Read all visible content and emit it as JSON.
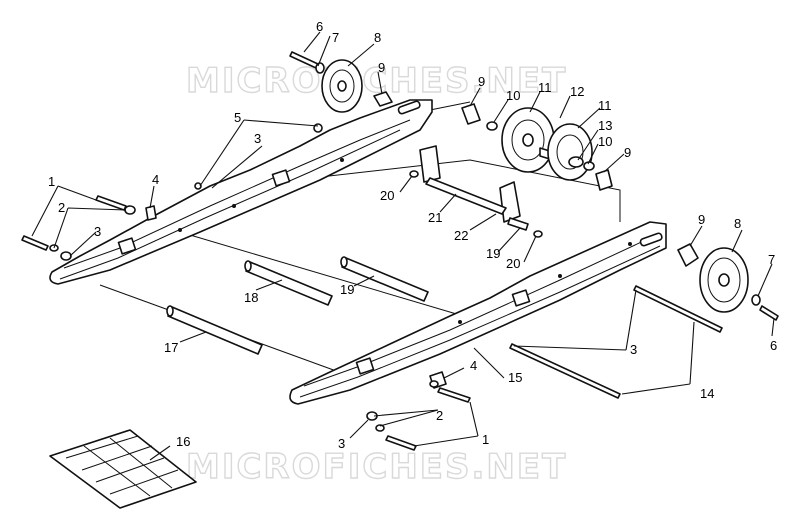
{
  "watermark": {
    "top": "MICROFICHES.NET",
    "bottom": "MICROFICHES.NET"
  },
  "callouts": [
    {
      "id": "c6a",
      "text": "6"
    },
    {
      "id": "c7a",
      "text": "7"
    },
    {
      "id": "c8a",
      "text": "8"
    },
    {
      "id": "c9a",
      "text": "9"
    },
    {
      "id": "c5",
      "text": "5"
    },
    {
      "id": "c3a",
      "text": "3"
    },
    {
      "id": "c9b",
      "text": "9"
    },
    {
      "id": "c10a",
      "text": "10"
    },
    {
      "id": "c11a",
      "text": "11"
    },
    {
      "id": "c12",
      "text": "12"
    },
    {
      "id": "c11b",
      "text": "11"
    },
    {
      "id": "c13",
      "text": "13"
    },
    {
      "id": "c10b",
      "text": "10"
    },
    {
      "id": "c9c",
      "text": "9"
    },
    {
      "id": "c1a",
      "text": "1"
    },
    {
      "id": "c4a",
      "text": "4"
    },
    {
      "id": "c2a",
      "text": "2"
    },
    {
      "id": "c3b",
      "text": "3"
    },
    {
      "id": "c20a",
      "text": "20"
    },
    {
      "id": "c21",
      "text": "21"
    },
    {
      "id": "c22",
      "text": "22"
    },
    {
      "id": "c19a",
      "text": "19"
    },
    {
      "id": "c20b",
      "text": "20"
    },
    {
      "id": "c9d",
      "text": "9"
    },
    {
      "id": "c8b",
      "text": "8"
    },
    {
      "id": "c7b",
      "text": "7"
    },
    {
      "id": "c6b",
      "text": "6"
    },
    {
      "id": "c18",
      "text": "18"
    },
    {
      "id": "c19b",
      "text": "19"
    },
    {
      "id": "c17",
      "text": "17"
    },
    {
      "id": "c3c",
      "text": "3"
    },
    {
      "id": "c15",
      "text": "15"
    },
    {
      "id": "c4b",
      "text": "4"
    },
    {
      "id": "c14",
      "text": "14"
    },
    {
      "id": "c2b",
      "text": "2"
    },
    {
      "id": "c3d",
      "text": "3"
    },
    {
      "id": "c1b",
      "text": "1"
    },
    {
      "id": "c16",
      "text": "16"
    }
  ]
}
